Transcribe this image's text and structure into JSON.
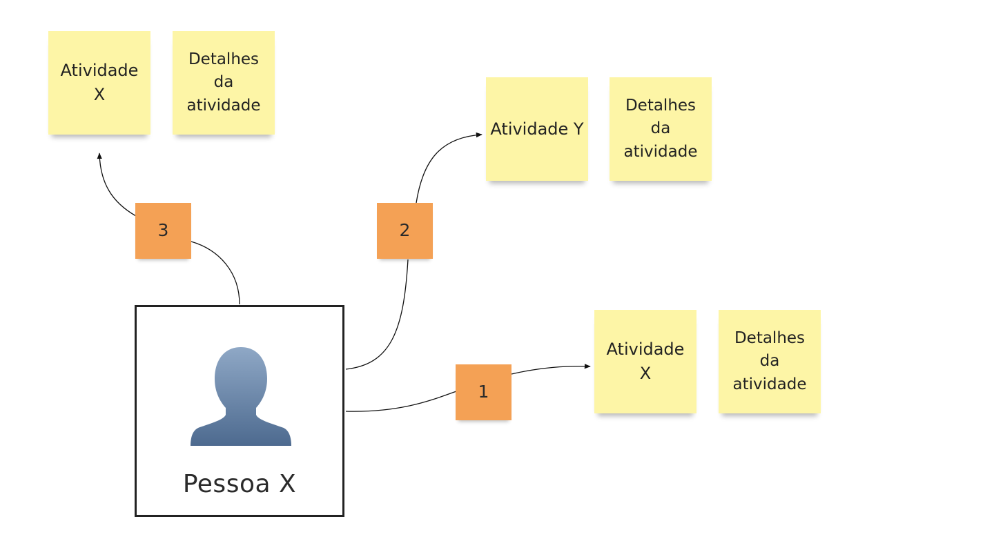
{
  "person": {
    "name": "Pessoa X",
    "icon": "user-silhouette-icon"
  },
  "activities": [
    {
      "step": "1",
      "activity": "Atividade X",
      "details": "Detalhes da atividade"
    },
    {
      "step": "2",
      "activity": "Atividade Y",
      "details": "Detalhes da atividade"
    },
    {
      "step": "3",
      "activity": "Atividade X",
      "details": "Detalhes da atividade"
    }
  ],
  "colors": {
    "sticky_yellow": "#fdf5a6",
    "sticky_orange": "#f4a155",
    "avatar_top": "#8fa8c6",
    "avatar_bottom": "#4d6a8f",
    "connector": "#111111"
  }
}
